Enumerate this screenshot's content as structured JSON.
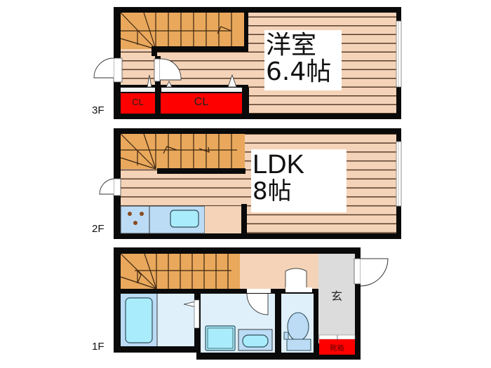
{
  "floors": [
    {
      "id": "3F",
      "label": "3F",
      "rooms": [
        {
          "type": "western-room",
          "name": "洋室",
          "size": "6.4帖"
        },
        {
          "type": "closet",
          "name": "CL"
        },
        {
          "type": "closet",
          "name": "CL"
        }
      ]
    },
    {
      "id": "2F",
      "label": "2F",
      "rooms": [
        {
          "type": "ldk",
          "name": "LDK",
          "size": "8帖"
        }
      ]
    },
    {
      "id": "1F",
      "label": "1F",
      "rooms": [
        {
          "type": "entrance",
          "name": "玄"
        },
        {
          "type": "shoe-cabinet",
          "name": "靴箱"
        }
      ]
    }
  ],
  "colors": {
    "wall": "#0a0a0a",
    "floor_wood": "#f4d3b8",
    "floor_line": "#5a3e2b",
    "stairs": "#e9a85c",
    "closet": "#ff0000",
    "wet_area": "#dff0fb",
    "fixture": "#a9ecfb",
    "entrance": "#dcdcdc"
  }
}
